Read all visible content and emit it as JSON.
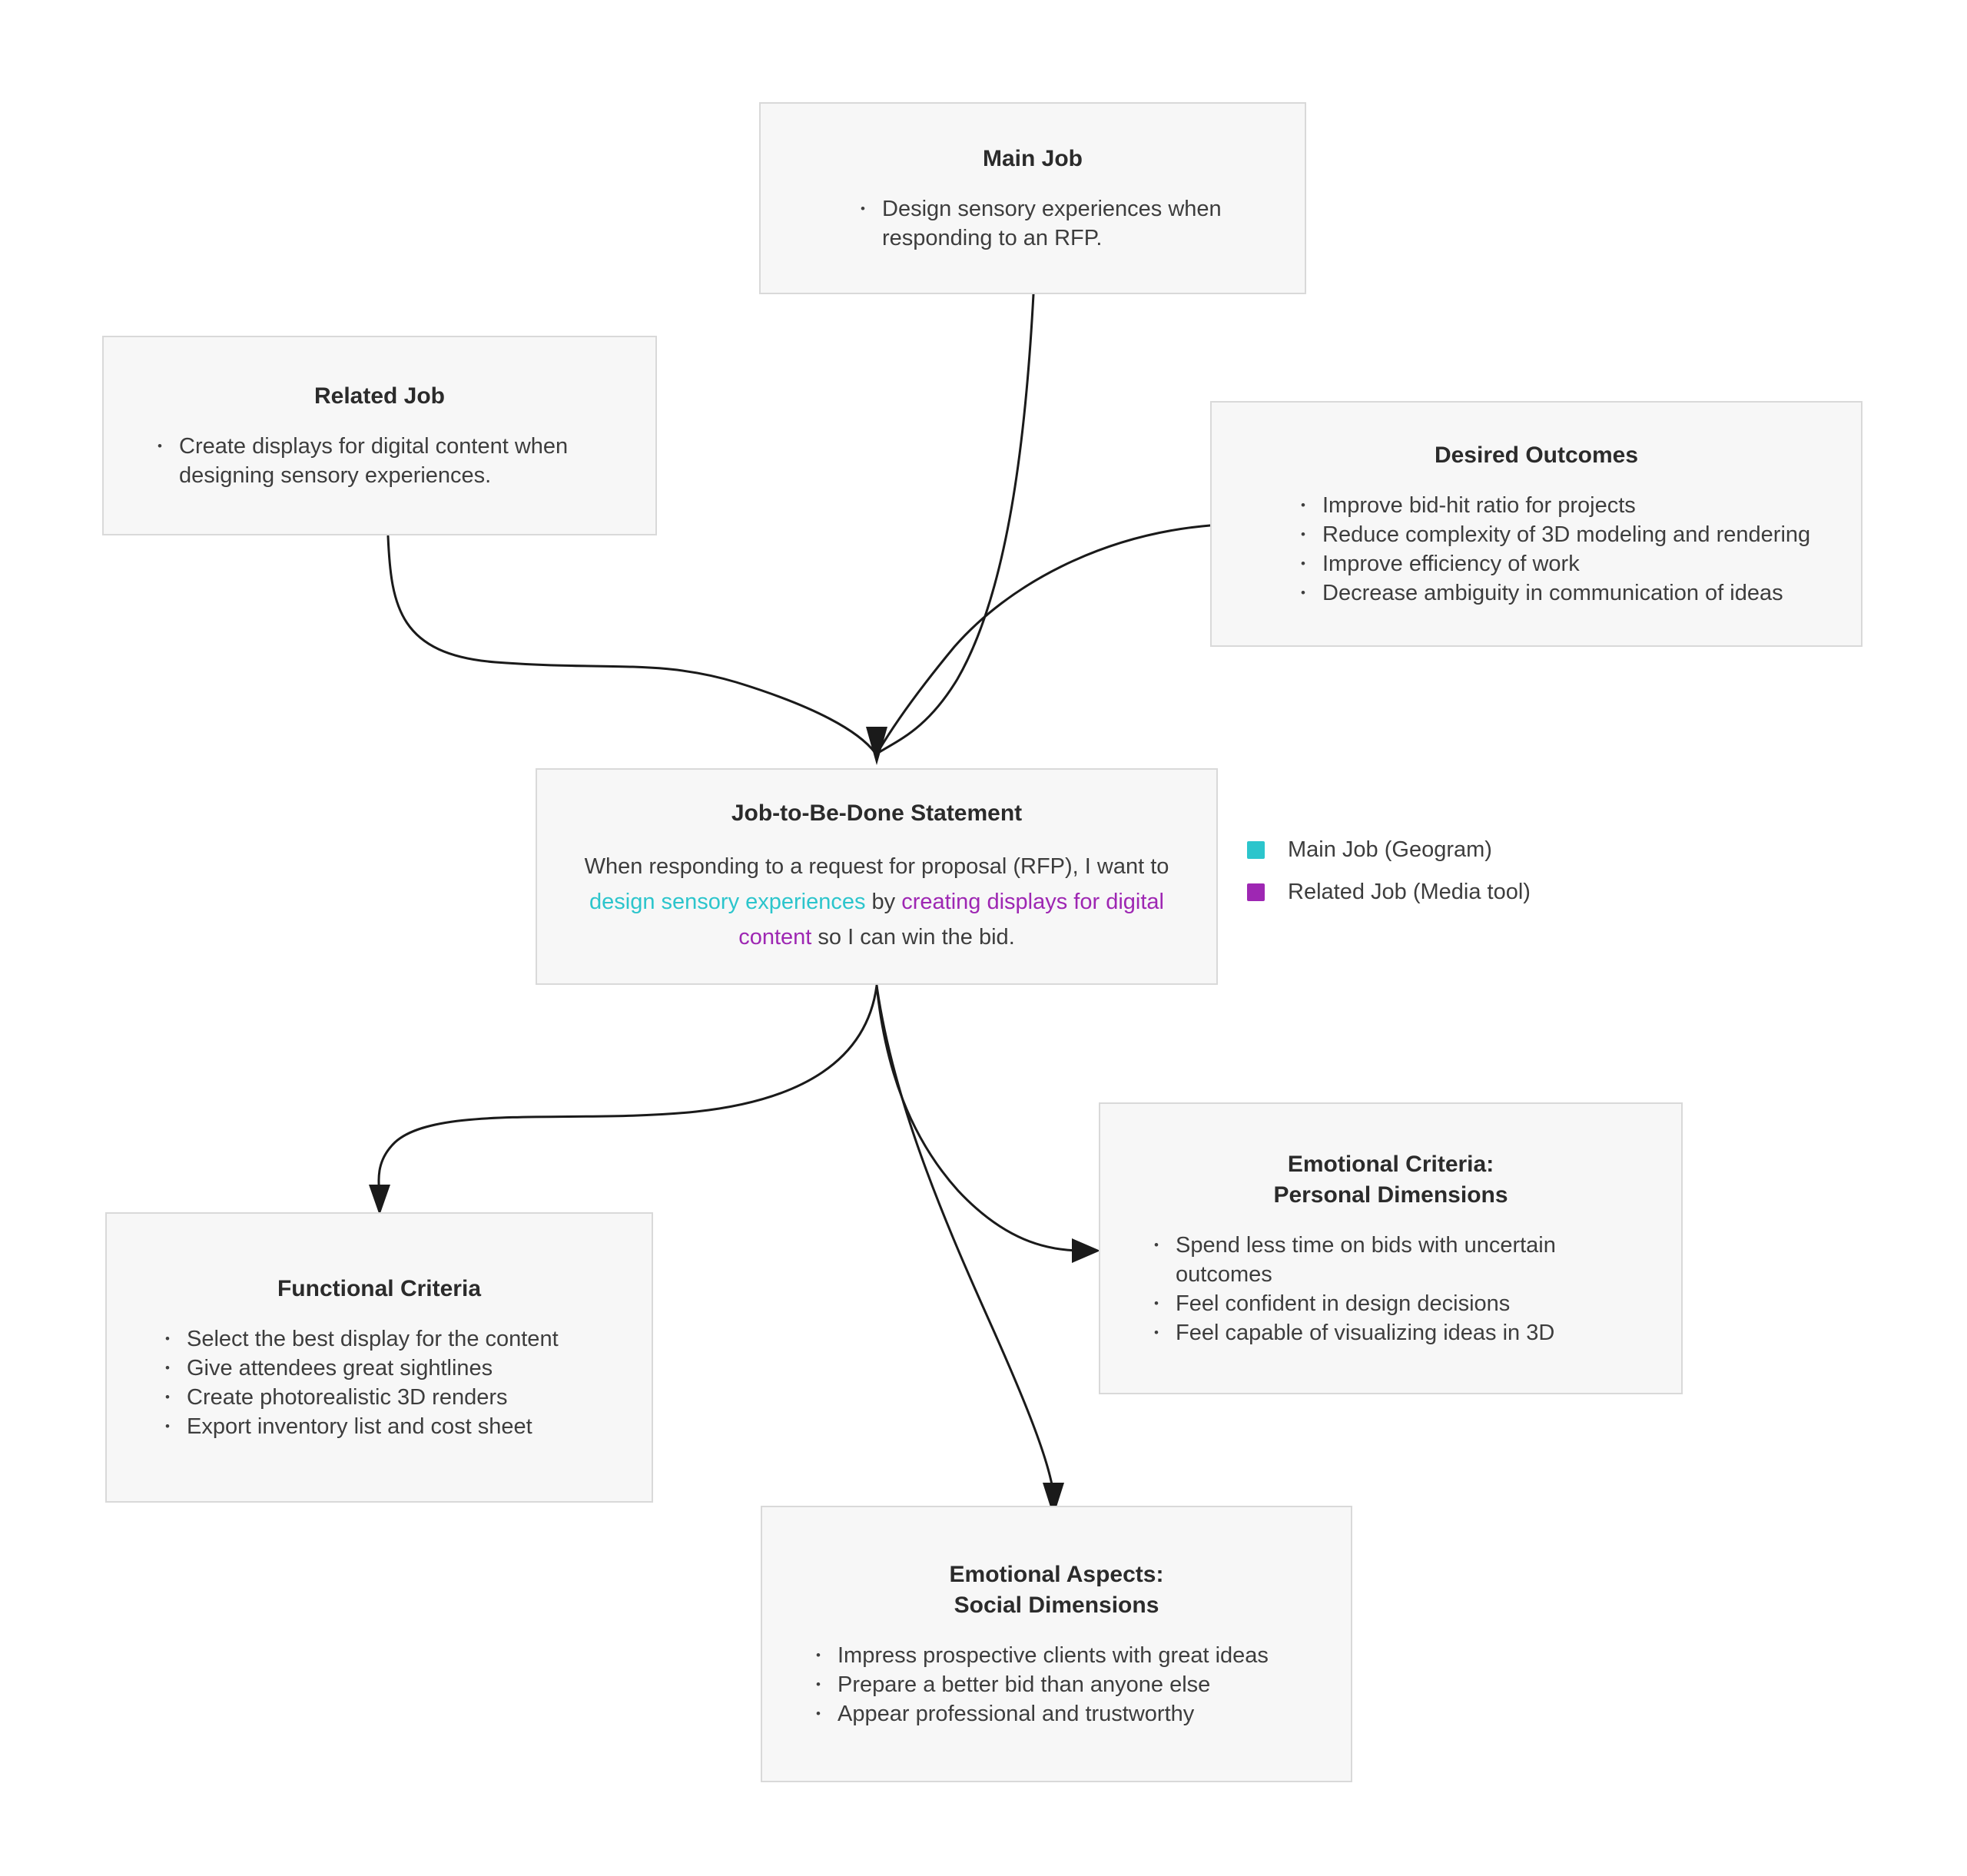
{
  "colors": {
    "accent_main": "#2cc5cc",
    "accent_related": "#9e27b3",
    "connector": "#1a1a1a",
    "box_background": "#f7f7f7",
    "box_border": "#d9d9d9",
    "body_text": "#3d3d3d",
    "title_text": "#2b2b2b"
  },
  "nodes": {
    "main_job": {
      "title": "Main Job",
      "bullets": [
        "Design sensory experiences when responding to an RFP."
      ]
    },
    "related_job": {
      "title": "Related Job",
      "bullets": [
        "Create displays for digital content when designing sensory experiences."
      ]
    },
    "desired_outcomes": {
      "title": "Desired Outcomes",
      "bullets": [
        "Improve bid-hit ratio for projects",
        "Reduce complexity of 3D modeling and rendering",
        "Improve efficiency of work",
        "Decrease ambiguity in communication of ideas"
      ]
    },
    "jtbd": {
      "title": "Job-to-Be-Done Statement",
      "statement_parts": [
        {
          "text": "When responding to a request for proposal (RFP), I want to "
        },
        {
          "text": "design sensory experiences",
          "color": "accent_main"
        },
        {
          "text": " by "
        },
        {
          "text": "creating displays for digital content",
          "color": "accent_related"
        },
        {
          "text": " so I can win the bid."
        }
      ]
    },
    "functional": {
      "title": "Functional Criteria",
      "bullets": [
        "Select the best display for the content",
        "Give attendees great sightlines",
        "Create photorealistic 3D renders",
        "Export inventory list and cost sheet"
      ]
    },
    "emotional_personal": {
      "title": "Emotional Criteria:\nPersonal Dimensions",
      "bullets": [
        "Spend less time on bids with uncertain outcomes",
        "Feel confident in design decisions",
        "Feel capable of visualizing ideas in 3D"
      ]
    },
    "emotional_social": {
      "title": "Emotional Aspects:\nSocial Dimensions",
      "bullets": [
        "Impress prospective clients with great ideas",
        "Prepare a better bid than anyone else",
        "Appear professional and trustworthy"
      ]
    }
  },
  "legend": {
    "items": [
      {
        "label": "Main Job (Geogram)",
        "color": "#2cc5cc"
      },
      {
        "label": "Related Job (Media tool)",
        "color": "#9e27b3"
      }
    ]
  }
}
